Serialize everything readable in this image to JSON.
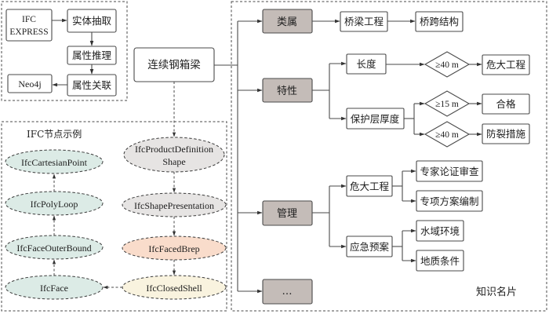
{
  "pipeline": {
    "source": [
      "IFC",
      "EXPRESS"
    ],
    "steps": [
      "实体抽取",
      "属性推理",
      "属性关联"
    ],
    "target": "Neo4j"
  },
  "root": "连续钢箱梁",
  "ifc_example": {
    "title": "IFC节点示例",
    "nodes": [
      {
        "label": "IfcCartesianPoint",
        "color": "#dcebe6"
      },
      {
        "label": "IfcPolyLoop",
        "color": "#dcebe6"
      },
      {
        "label": "IfcFaceOuterBound",
        "color": "#dcebe6"
      },
      {
        "label": "IfcFace",
        "color": "#dcebe6"
      },
      {
        "label_lines": [
          "IfcProductDefinition",
          "Shape"
        ],
        "color": "#e6e4e3"
      },
      {
        "label": "IfcShapePresentation",
        "color": "#e6e4e3"
      },
      {
        "label": "IfcFacedBrep",
        "color": "#f9dccb"
      },
      {
        "label": "IfcClosedShell",
        "color": "#f9f3df"
      }
    ]
  },
  "knowledge_card": {
    "caption": "知识名片",
    "category_color": "#c4bcb8",
    "categories": [
      {
        "label": "类属",
        "chain": [
          "桥梁工程",
          "桥跨结构"
        ]
      },
      {
        "label": "特性",
        "children": [
          {
            "label": "长度",
            "conditions": [
              {
                "cond": "≥40 m",
                "result": "危大工程"
              }
            ]
          },
          {
            "label": "保护层厚度",
            "conditions": [
              {
                "cond": "≥15 m",
                "result": "合格"
              },
              {
                "cond": "≥40 m",
                "result": "防裂措施"
              }
            ]
          }
        ]
      },
      {
        "label": "管理",
        "children": [
          {
            "label": "危大工程",
            "leaves": [
              "专家论证审查",
              "专项方案编制"
            ]
          },
          {
            "label": "应急预案",
            "leaves": [
              "水域环境",
              "地质条件"
            ]
          }
        ]
      },
      {
        "label": "…"
      }
    ]
  }
}
